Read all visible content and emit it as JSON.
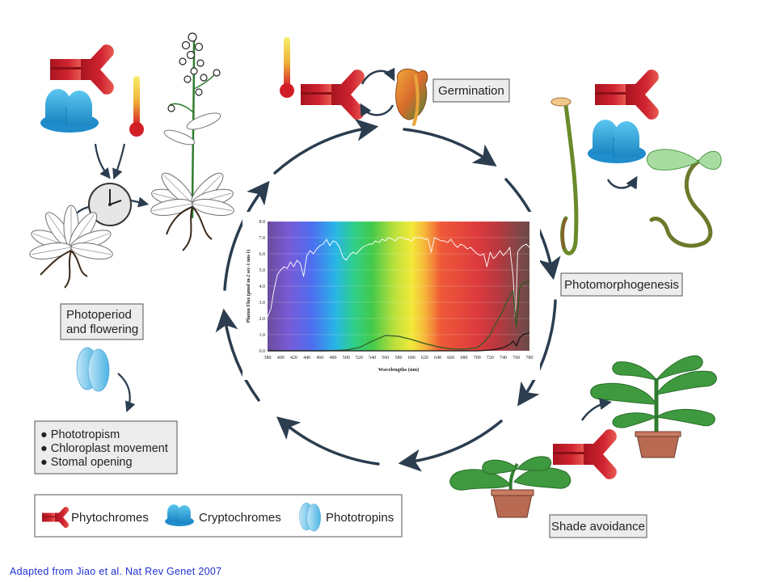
{
  "labels": {
    "germination": "Germination",
    "photomorphogenesis": "Photomorphogenesis",
    "shade_avoidance": "Shade avoidance",
    "photoperiod_line1": "Photoperiod",
    "photoperiod_line2": "and flowering",
    "phototropin_effects": [
      "Phototropism",
      "Chloroplast movement",
      "Stomal opening"
    ]
  },
  "legend": {
    "phytochromes": "Phytochromes",
    "cryptochromes": "Cryptochromes",
    "phototropins": "Phototropins"
  },
  "citation": "Adapted from Jiao et al. Nat Rev Genet 2007",
  "colors": {
    "phytochrome_red": "#c8202c",
    "cryptochrome_blue": "#29a6dc",
    "phototropin_blue": "#8fd0ee",
    "arrow": "#2b3d4f",
    "label_box_fill": "#ececec",
    "citation_blue": "#1f2fd0"
  },
  "chart_data": {
    "type": "line",
    "ylabel": "Photon Flux (µmol m-2 sec-1 nm-1)",
    "xlabel": "Wavelengths (nm)",
    "xlim": [
      380,
      780
    ],
    "ylim": [
      0,
      8
    ],
    "x_ticks": [
      "380",
      "400",
      "420",
      "440",
      "460",
      "480",
      "500",
      "520",
      "540",
      "560",
      "580",
      "600",
      "620",
      "640",
      "660",
      "680",
      "700",
      "720",
      "740",
      "760",
      "780"
    ],
    "y_ticks": [
      "0.0",
      "1.0",
      "2.0",
      "3.0",
      "4.0",
      "5.0",
      "6.0",
      "7.0",
      "8.0"
    ],
    "series": [
      {
        "color": "#ffffff",
        "x": [
          380,
          385,
          390,
          395,
          400,
          405,
          410,
          415,
          420,
          425,
          430,
          435,
          440,
          445,
          450,
          455,
          460,
          465,
          470,
          475,
          480,
          485,
          490,
          495,
          500,
          505,
          510,
          515,
          520,
          525,
          530,
          535,
          540,
          545,
          550,
          555,
          560,
          565,
          570,
          575,
          580,
          585,
          590,
          595,
          600,
          605,
          610,
          615,
          620,
          625,
          630,
          635,
          640,
          645,
          650,
          655,
          660,
          665,
          670,
          675,
          680,
          685,
          690,
          695,
          700,
          705,
          710,
          715,
          720,
          725,
          730,
          735,
          740,
          745,
          750,
          755,
          758,
          760,
          762,
          765,
          770,
          775,
          780
        ],
        "y": [
          2.1,
          2.6,
          3.8,
          4.7,
          5.0,
          5.2,
          5.1,
          5.5,
          5.2,
          5.6,
          5.4,
          4.6,
          5.9,
          6.2,
          6.0,
          6.3,
          6.5,
          6.6,
          6.9,
          6.5,
          6.8,
          6.7,
          6.4,
          5.8,
          5.6,
          5.9,
          6.1,
          6.0,
          6.2,
          6.4,
          6.5,
          6.6,
          6.6,
          6.8,
          6.7,
          6.9,
          6.8,
          7.0,
          6.9,
          6.8,
          7.0,
          7.0,
          6.9,
          6.9,
          6.8,
          7.0,
          7.0,
          7.0,
          6.9,
          6.9,
          6.1,
          7.0,
          6.9,
          6.8,
          6.8,
          6.7,
          6.9,
          6.6,
          6.4,
          6.6,
          6.5,
          6.3,
          6.4,
          6.2,
          6.0,
          5.9,
          6.0,
          5.2,
          6.1,
          5.7,
          5.9,
          6.2,
          5.9,
          6.1,
          6.4,
          4.6,
          2.1,
          3.5,
          6.1,
          6.3,
          6.5,
          6.6,
          6.4
        ]
      },
      {
        "color": "#2e5a23",
        "x": [
          380,
          440,
          470,
          480,
          500,
          520,
          540,
          560,
          580,
          600,
          620,
          640,
          660,
          680,
          700,
          710,
          720,
          730,
          740,
          745,
          750,
          755,
          760,
          765,
          770,
          780
        ],
        "y": [
          0,
          0,
          0,
          0.02,
          0.05,
          0.2,
          0.6,
          0.95,
          0.9,
          0.7,
          0.45,
          0.25,
          0.12,
          0.1,
          0.2,
          0.5,
          1.0,
          1.8,
          2.5,
          3.0,
          3.4,
          3.7,
          1.5,
          3.9,
          4.2,
          4.3
        ]
      },
      {
        "color": "#141414",
        "x": [
          380,
          700,
          710,
          720,
          730,
          740,
          750,
          755,
          760,
          765,
          770,
          780
        ],
        "y": [
          0,
          0,
          0.02,
          0.05,
          0.1,
          0.2,
          0.4,
          0.6,
          0.3,
          0.8,
          1.0,
          1.1
        ]
      }
    ]
  }
}
